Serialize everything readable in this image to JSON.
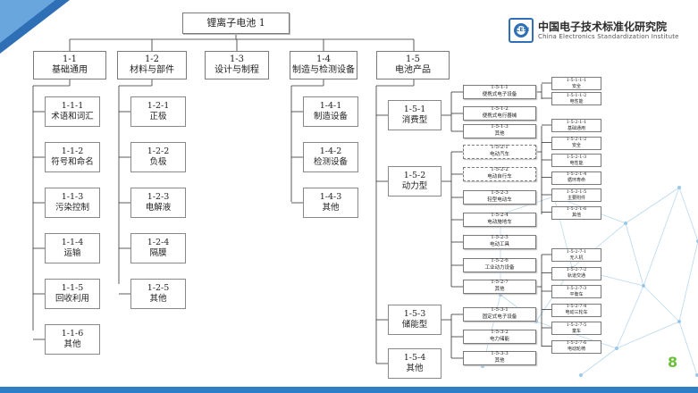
{
  "root": {
    "label": "锂离子电池 1"
  },
  "logo": {
    "cn": "中国电子技术标准化研究院",
    "en": "China Electronics Standardization Institute",
    "mark": "CESI"
  },
  "page_number": "8",
  "cat1": {
    "code": "1-1",
    "name": "基础通用",
    "items": [
      {
        "code": "1-1-1",
        "name": "术语和词汇"
      },
      {
        "code": "1-1-2",
        "name": "符号和命名"
      },
      {
        "code": "1-1-3",
        "name": "污染控制"
      },
      {
        "code": "1-1-4",
        "name": "运输"
      },
      {
        "code": "1-1-5",
        "name": "回收利用"
      },
      {
        "code": "1-1-6",
        "name": "其他"
      }
    ]
  },
  "cat2": {
    "code": "1-2",
    "name": "材料与部件",
    "items": [
      {
        "code": "1-2-1",
        "name": "正极"
      },
      {
        "code": "1-2-2",
        "name": "负极"
      },
      {
        "code": "1-2-3",
        "name": "电解液"
      },
      {
        "code": "1-2-4",
        "name": "隔膜"
      },
      {
        "code": "1-2-5",
        "name": "其他"
      }
    ]
  },
  "cat3": {
    "code": "1-3",
    "name": "设计与制程"
  },
  "cat4": {
    "code": "1-4",
    "name": "制造与检测设备",
    "items": [
      {
        "code": "1-4-1",
        "name": "制造设备"
      },
      {
        "code": "1-4-2",
        "name": "检测设备"
      },
      {
        "code": "1-4-3",
        "name": "其他"
      }
    ]
  },
  "cat5": {
    "code": "1-5",
    "name": "电池产品",
    "sub1": {
      "code": "1-5-1",
      "name": "消费型",
      "items": [
        {
          "code": "1-5-1-1",
          "name": "便携式电子设备"
        },
        {
          "code": "1-5-1-2",
          "name": "便携式电行器械"
        },
        {
          "code": "1-5-1-3",
          "name": "其他"
        }
      ],
      "leaves": [
        {
          "code": "1-5-1-1-1",
          "name": "安全"
        },
        {
          "code": "1-5-1-1-2",
          "name": "电性能"
        }
      ]
    },
    "sub2": {
      "code": "1-5-2",
      "name": "动力型",
      "items": [
        {
          "code": "1-5-2-1",
          "name": "电动汽车"
        },
        {
          "code": "1-5-2-2",
          "name": "电动自行车"
        },
        {
          "code": "1-5-2-3",
          "name": "轻型电动车"
        },
        {
          "code": "1-5-2-4",
          "name": "电动施地车"
        },
        {
          "code": "1-5-2-5",
          "name": "电动工具"
        },
        {
          "code": "1-5-2-6",
          "name": "工业动力设备"
        },
        {
          "code": "1-5-2-7",
          "name": "其他"
        }
      ],
      "leaves_a": [
        {
          "code": "1-5-2-1-1",
          "name": "基础通用"
        },
        {
          "code": "1-5-2-1-2",
          "name": "安全"
        },
        {
          "code": "1-5-2-1-3",
          "name": "电性能"
        },
        {
          "code": "1-5-2-1-4",
          "name": "循环寿命"
        },
        {
          "code": "1-5-2-1-5",
          "name": "主要附件"
        },
        {
          "code": "1-5-2-1-6",
          "name": "其他"
        }
      ],
      "leaves_b": [
        {
          "code": "1-5-2-7-1",
          "name": "无人机"
        },
        {
          "code": "1-5-2-7-2",
          "name": "轨道交通"
        },
        {
          "code": "1-5-2-7-3",
          "name": "平衡车"
        },
        {
          "code": "1-5-2-7-4",
          "name": "电动三轮车"
        },
        {
          "code": "1-5-2-7-5",
          "name": "童车"
        },
        {
          "code": "1-5-2-7-6",
          "name": "电动轮椅"
        }
      ]
    },
    "sub3": {
      "code": "1-5-3",
      "name": "储能型",
      "items": [
        {
          "code": "1-5-3-1",
          "name": "固定式电子设备"
        },
        {
          "code": "1-5-3-2",
          "name": "电力储能"
        },
        {
          "code": "1-5-3-3",
          "name": "其他"
        }
      ]
    },
    "sub4": {
      "code": "1-5-4",
      "name": "其他"
    }
  }
}
